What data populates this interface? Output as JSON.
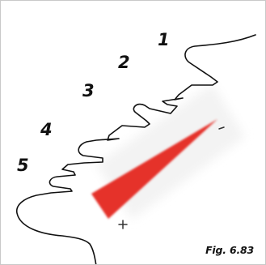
{
  "labels": [
    "1",
    "2",
    "3",
    "4",
    "5"
  ],
  "gradient": {
    "plus_sign": "+",
    "minus_sign": "-",
    "color": "#e5322b"
  },
  "caption": "Fig. 6.83"
}
